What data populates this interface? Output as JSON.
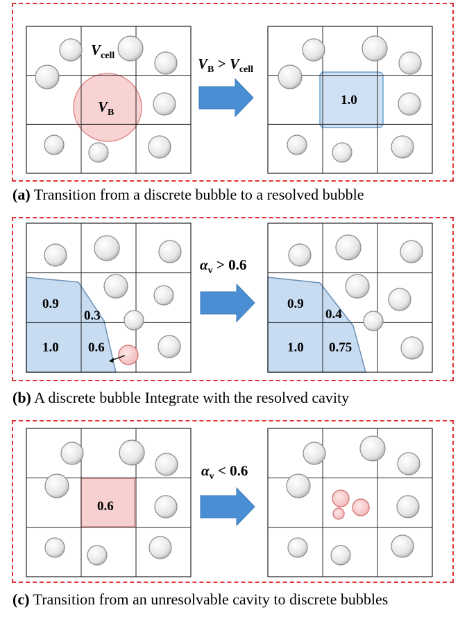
{
  "captions": {
    "a": {
      "tag": "(a)",
      "text": " Transition from a discrete bubble to a resolved bubble"
    },
    "b": {
      "tag": "(b)",
      "text": " A discrete bubble Integrate with the resolved cavity"
    },
    "c": {
      "tag": "(c)",
      "text": " Transition from an unresolvable cavity to discrete bubbles"
    }
  },
  "panel_a": {
    "left_cell_label": "V",
    "left_cell_sub": "cell",
    "left_bubble_label": "V",
    "left_bubble_sub": "B",
    "cond_v": "V",
    "cond_b_sub": "B",
    "cond_gt": " > ",
    "cond_v2": "V",
    "cond_cell_sub": "cell",
    "right_value": "1.0"
  },
  "panel_b": {
    "cond_alpha": "α",
    "cond_sub": "v",
    "cond_rel": " > 0.6",
    "left_values": [
      "0.9",
      "0.3",
      "1.0",
      "0.6"
    ],
    "right_values": [
      "0.9",
      "0.4",
      "1.0",
      "0.75"
    ]
  },
  "panel_c": {
    "cond_alpha": "α",
    "cond_sub": "v",
    "cond_rel": " < 0.6",
    "left_value": "0.6"
  },
  "colors": {
    "dashed_border": "#e03030",
    "arrow": "#4a8fd4",
    "resolved_fill": "#c7dcf0",
    "discrete_bubble": "#f6c8c8",
    "gray_bubble": "#e8e8e8"
  }
}
